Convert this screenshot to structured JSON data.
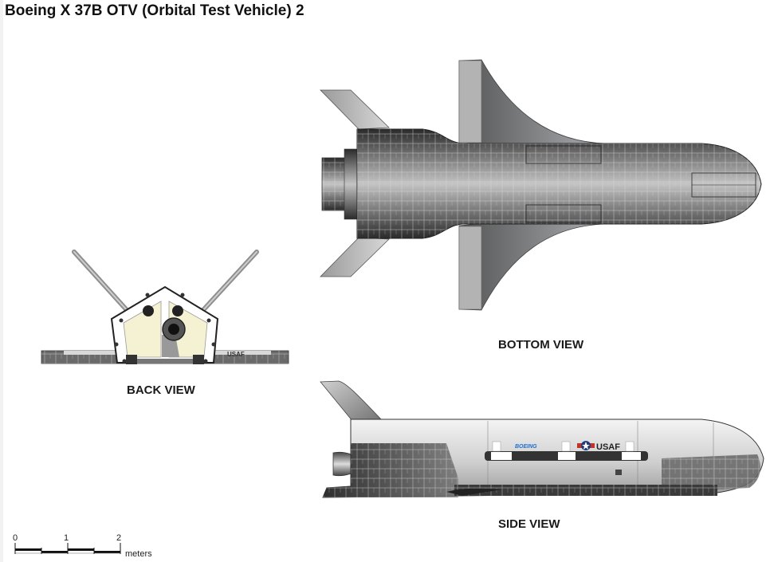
{
  "title": "Boeing X 37B OTV (Orbital Test Vehicle) 2",
  "views": {
    "bottom": {
      "label": "BOTTOM VIEW"
    },
    "back": {
      "label": "BACK VIEW",
      "markings": [
        "USAF"
      ]
    },
    "side": {
      "label": "SIDE VIEW",
      "markings": {
        "maker": "BOEING",
        "service": "USAF"
      }
    }
  },
  "scale_bar": {
    "ticks": [
      "0",
      "1",
      "2"
    ],
    "unit": "meters"
  },
  "colors": {
    "tile_dark": "#2b2b2b",
    "tile_mid": "#6e6e6e",
    "tile_light": "#b9b9b9",
    "wing_light": "#a8a8a8",
    "hull_light": "#e6e6e6",
    "boeing_blue": "#1f6fd1",
    "insignia_red": "#c0342a",
    "insignia_blue": "#233a7a",
    "panel_yellow": "#f4f2d2"
  }
}
